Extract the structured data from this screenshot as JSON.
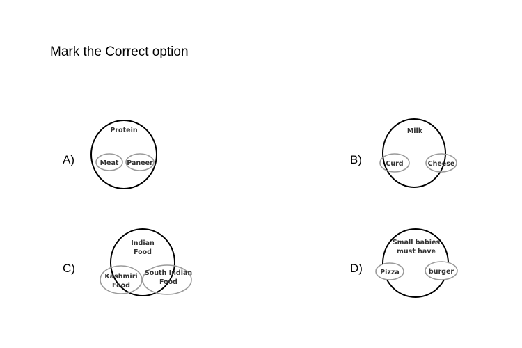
{
  "question": "Mark the Correct option",
  "options": {
    "a": {
      "label": "A)",
      "outer": "Protein",
      "left": "Meat",
      "right": "Paneer"
    },
    "b": {
      "label": "B)",
      "outer": "Milk",
      "left": "Curd",
      "right": "Cheese"
    },
    "c": {
      "label": "C)",
      "outer": [
        "Indian",
        "Food"
      ],
      "left": [
        "Kashmiri",
        "Food"
      ],
      "right": [
        "South Indian",
        "Food"
      ]
    },
    "d": {
      "label": "D)",
      "outer": [
        "Small babies",
        "must have"
      ],
      "left": "Pizza",
      "right": "burger"
    }
  }
}
